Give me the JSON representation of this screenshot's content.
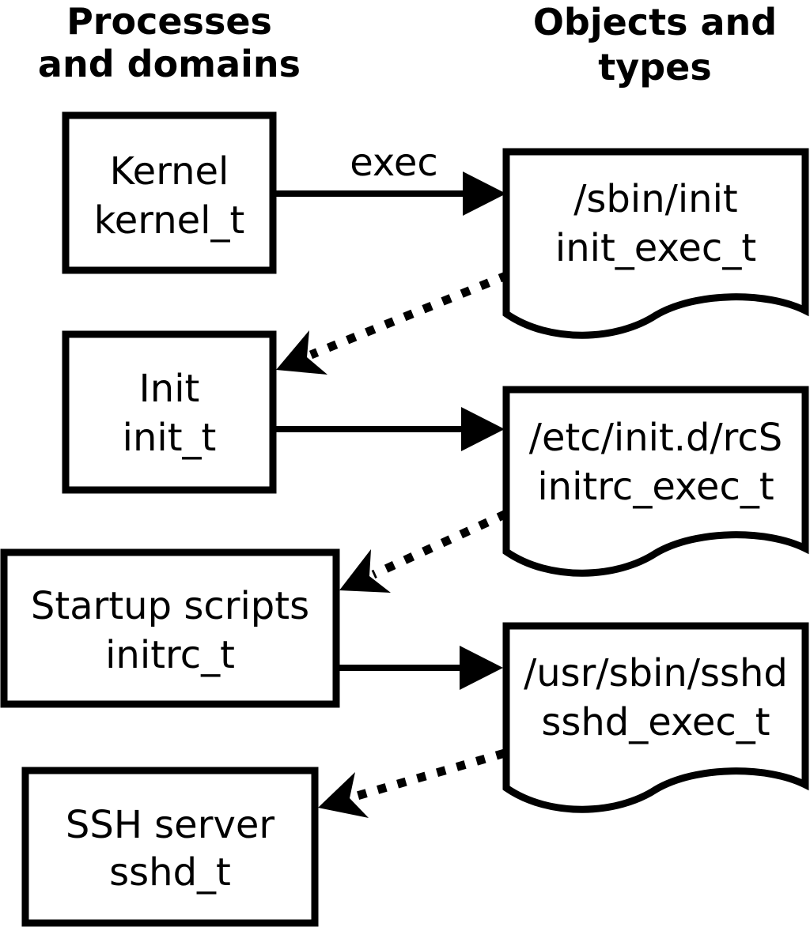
{
  "headers": {
    "left": {
      "line1": "Processes",
      "line2": "and domains"
    },
    "right": {
      "line1": "Objects and",
      "line2": "types"
    }
  },
  "process_boxes": [
    {
      "id": "kernel",
      "line1": "Kernel",
      "line2": "kernel_t"
    },
    {
      "id": "init",
      "line1": "Init",
      "line2": "init_t"
    },
    {
      "id": "startup-scripts",
      "line1": "Startup scripts",
      "line2": "initrc_t"
    },
    {
      "id": "ssh-server",
      "line1": "SSH server",
      "line2": "sshd_t"
    }
  ],
  "object_docs": [
    {
      "id": "sbin-init",
      "line1": "/sbin/init",
      "line2": "init_exec_t"
    },
    {
      "id": "etc-initd-rcs",
      "line1": "/etc/init.d/rcS",
      "line2": "initrc_exec_t"
    },
    {
      "id": "usr-sbin-sshd",
      "line1": "/usr/sbin/sshd",
      "line2": "sshd_exec_t"
    }
  ],
  "edges": {
    "exec_label": "exec"
  },
  "colors": {
    "ink": "#000000",
    "background": "#ffffff"
  }
}
